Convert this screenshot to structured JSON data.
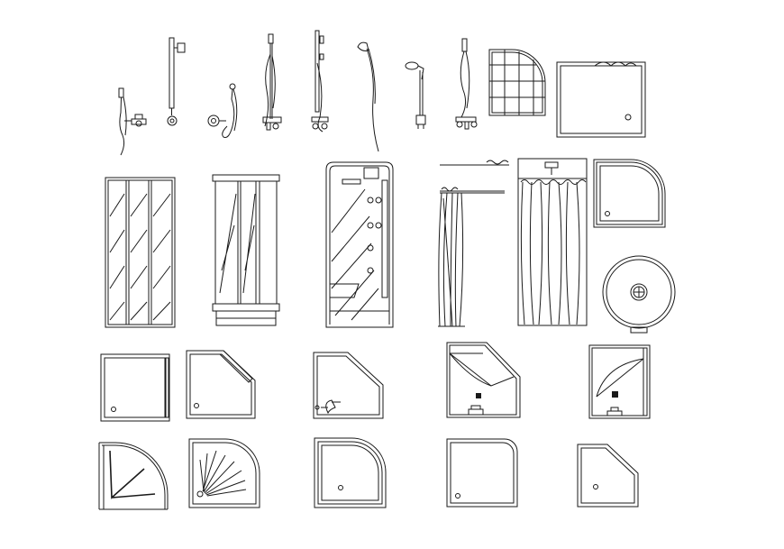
{
  "sheet": {
    "background": "#ffffff",
    "line_color": "#1a1a1a",
    "title": ""
  },
  "rows": [
    {
      "name": "shower-fixtures-row",
      "items": [
        "hand-shower-mixer-icon",
        "slide-bar-shower-icon",
        "wall-hand-shower-icon",
        "thermostatic-shower-column-icon",
        "shower-column-icon",
        "shower-head-hose-icon",
        "hand-shower-holder-icon",
        "shower-mixer-set-icon",
        "tiled-quadrant-tray-icon",
        "rectangular-tray-icon"
      ]
    },
    {
      "name": "shower-elevations-row",
      "items": [
        "three-panel-glass-enclosure-icon",
        "two-panel-glass-enclosure-icon",
        "hydromassage-cabin-icon",
        "curtain-rail-icon",
        "curtain-shower-icon",
        "quadrant-enclosure-plan-icon",
        "round-tray-plan-icon"
      ]
    },
    {
      "name": "shower-plans-row",
      "items": [
        "square-tray-plan-icon",
        "pentagon-tray-plan-icon",
        "corner-tray-with-mixer-icon",
        "angled-enclosure-door-swing-icon",
        "square-enclosure-door-swing-icon"
      ]
    },
    {
      "name": "shower-trays-row",
      "items": [
        "quadrant-door-plan-icon",
        "fan-pattern-tray-icon",
        "quadrant-tray-icon",
        "rounded-corner-tray-icon",
        "pentagon-tray-icon"
      ]
    }
  ]
}
